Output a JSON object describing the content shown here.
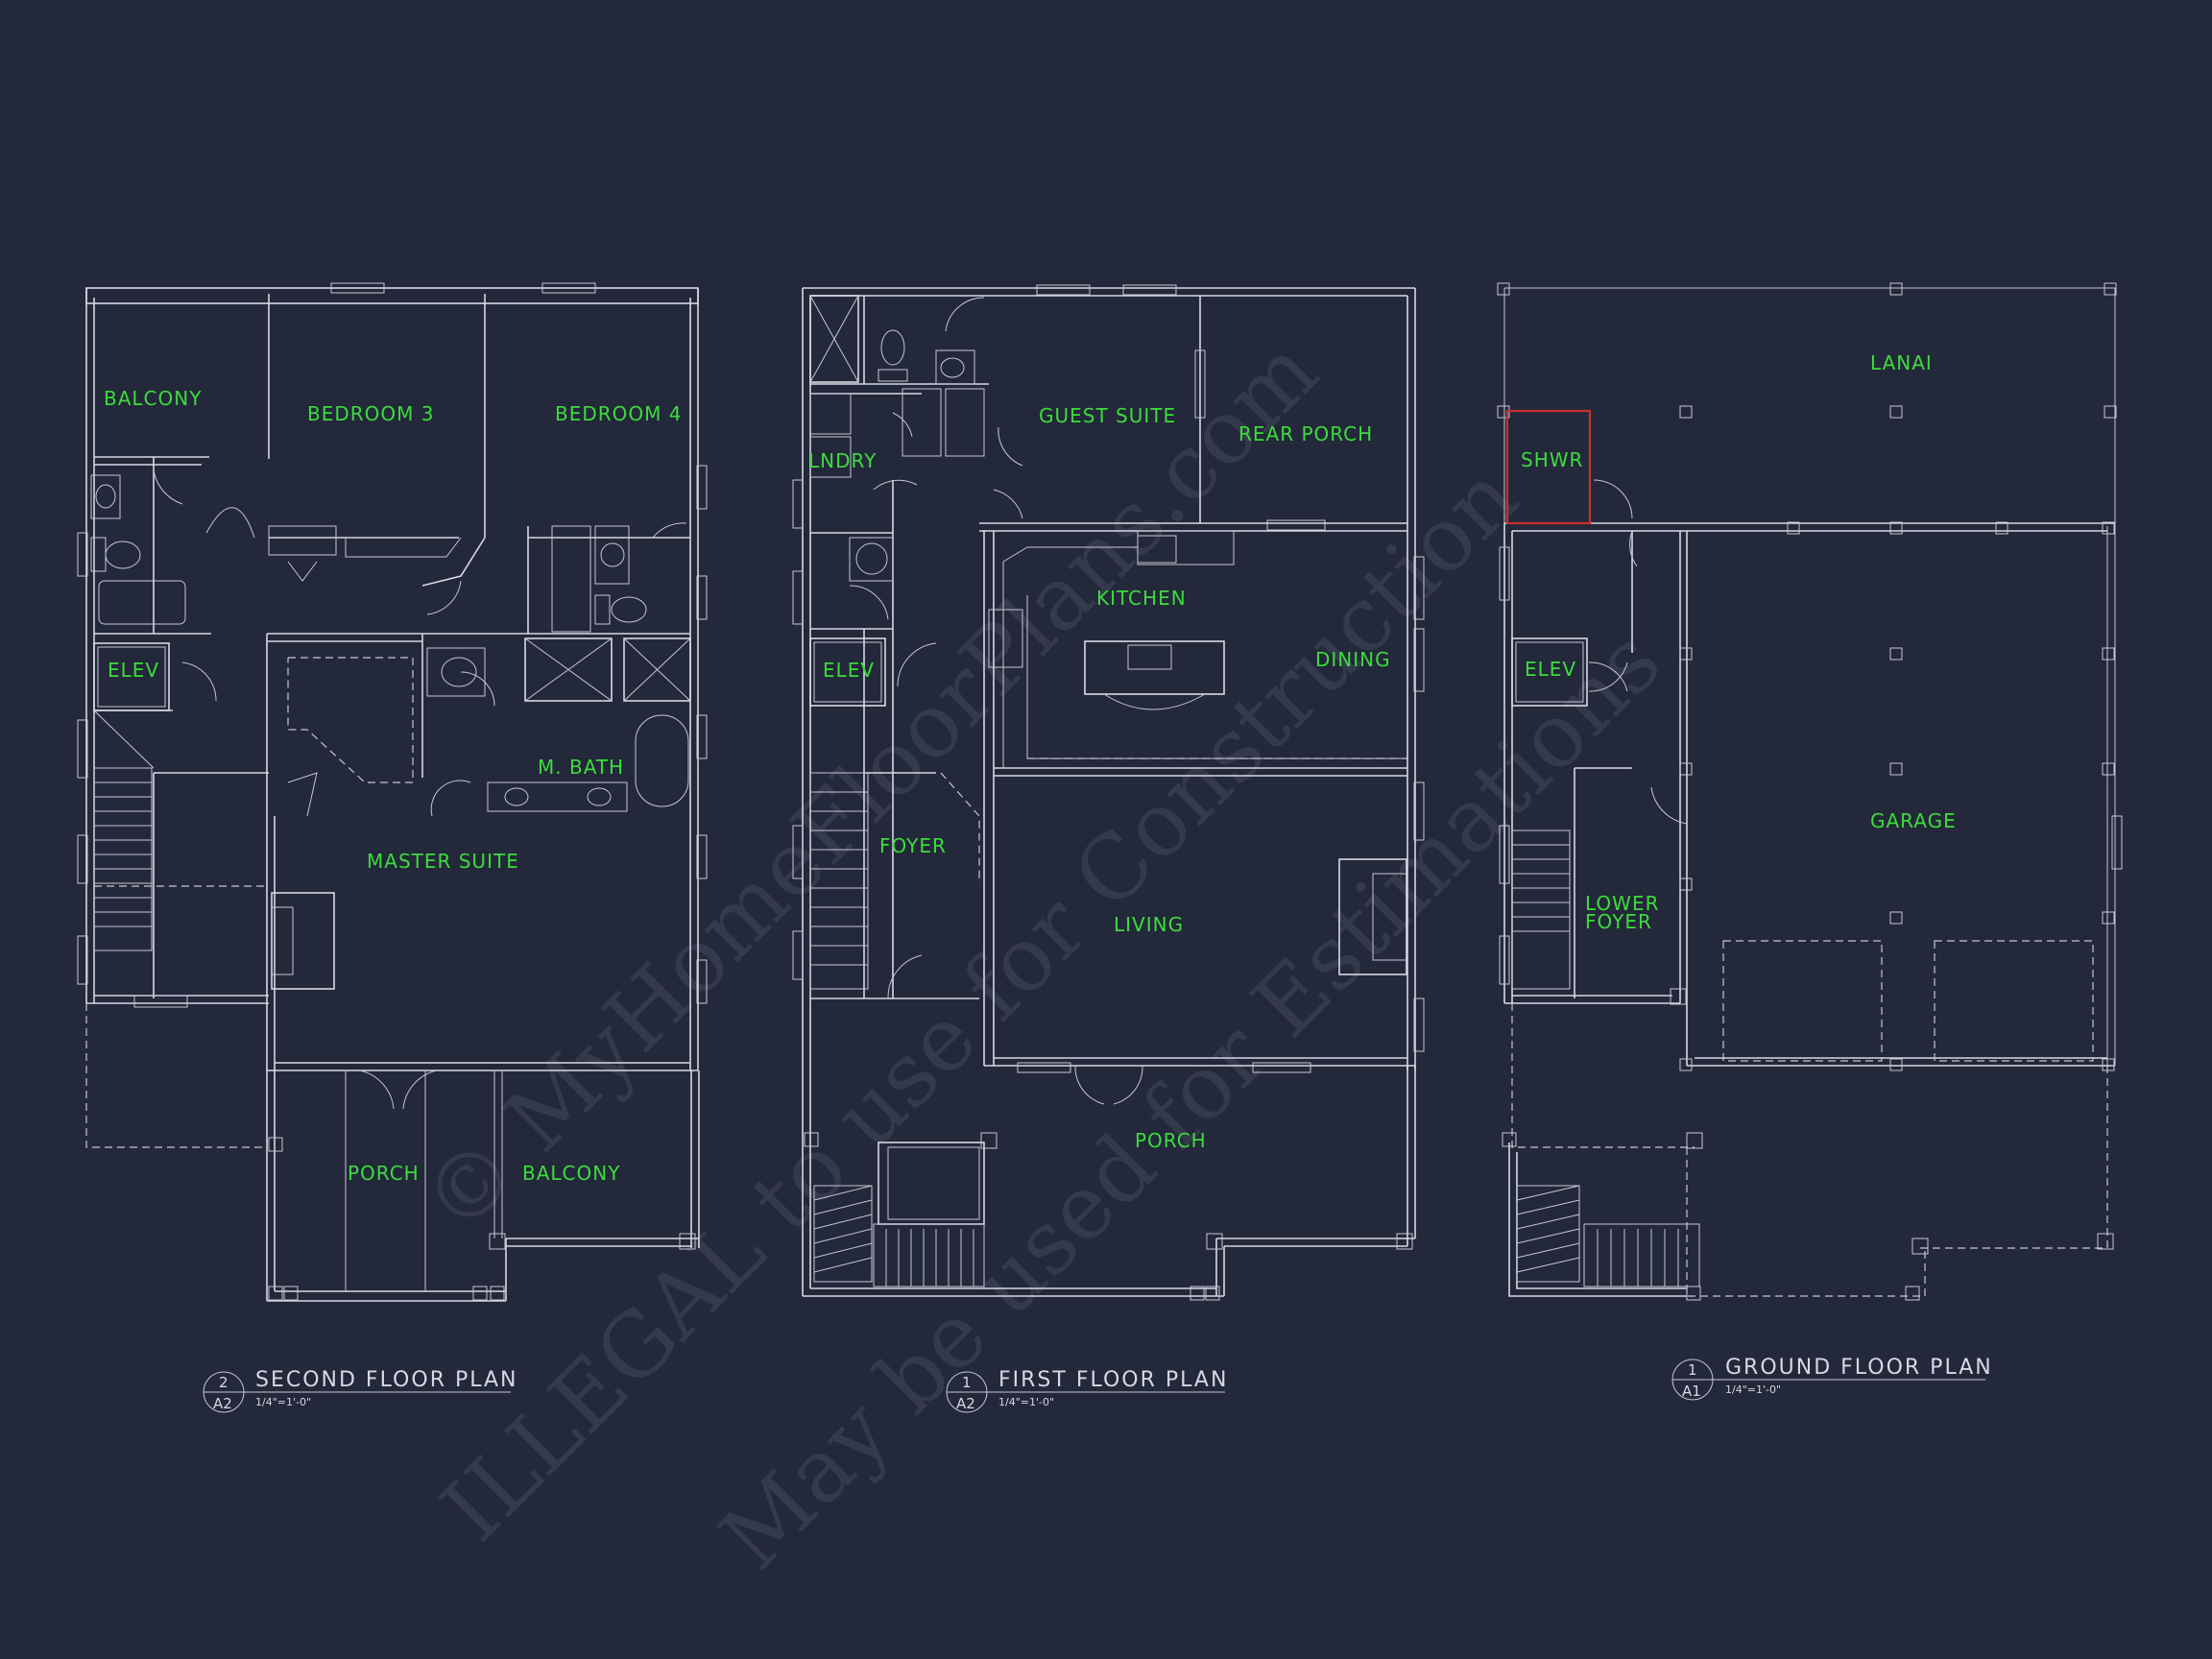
{
  "plans": {
    "second": {
      "title": "SECOND FLOOR PLAN",
      "scale": "1/4\"=1'-0\"",
      "detail_number": "2",
      "sheet_number": "A2",
      "rooms": {
        "balcony_top": "BALCONY",
        "bedroom3": "BEDROOM 3",
        "bedroom4": "BEDROOM 4",
        "elev": "ELEV",
        "mbath": "M. BATH",
        "master_suite": "MASTER SUITE",
        "porch": "PORCH",
        "balcony_bottom": "BALCONY"
      }
    },
    "first": {
      "title": "FIRST FLOOR PLAN",
      "scale": "1/4\"=1'-0\"",
      "detail_number": "1",
      "sheet_number": "A2",
      "rooms": {
        "guest_suite": "GUEST SUITE",
        "rear_porch": "REAR PORCH",
        "lndry": "LNDRY",
        "kitchen": "KITCHEN",
        "dining": "DINING",
        "elev": "ELEV",
        "foyer": "FOYER",
        "living": "LIVING",
        "porch": "PORCH"
      }
    },
    "ground": {
      "title": "GROUND FLOOR PLAN",
      "scale": "1/4\"=1'-0\"",
      "detail_number": "1",
      "sheet_number": "A1",
      "rooms": {
        "lanai": "LANAI",
        "shwr": "SHWR",
        "elev": "ELEV",
        "garage": "GARAGE",
        "lower_foyer_1": "LOWER",
        "lower_foyer_2": "FOYER"
      }
    }
  },
  "watermark": {
    "line1": "© MyHomeFloorPlans.com",
    "line2": "ILLEGAL to use for Construction",
    "line3": "May be used for Estimations"
  },
  "colors": {
    "background": "#23283a",
    "linework": "#d5d9e3",
    "room_labels": "#3cdc3c",
    "highlight": "#c83030"
  }
}
